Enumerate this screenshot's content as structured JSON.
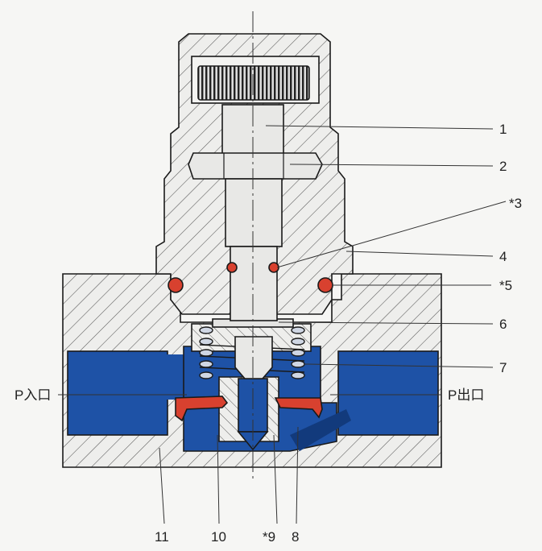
{
  "diagram": {
    "colors": {
      "background": "#f6f6f4",
      "body": "#eeeeec",
      "hatch": "#555555",
      "fluid": "#1e52a6",
      "fluid_dark": "#123a7c",
      "seal": "#d8412f",
      "outline": "#1a1a1a"
    },
    "labels": {
      "l1": "1",
      "l2": "2",
      "l3": "*3",
      "l4": "4",
      "l5": "*5",
      "l6": "6",
      "l7": "7",
      "l8": "8",
      "l9": "*9",
      "l10": "10",
      "l11": "11",
      "inlet": "P入口",
      "outlet": "P出口"
    }
  }
}
